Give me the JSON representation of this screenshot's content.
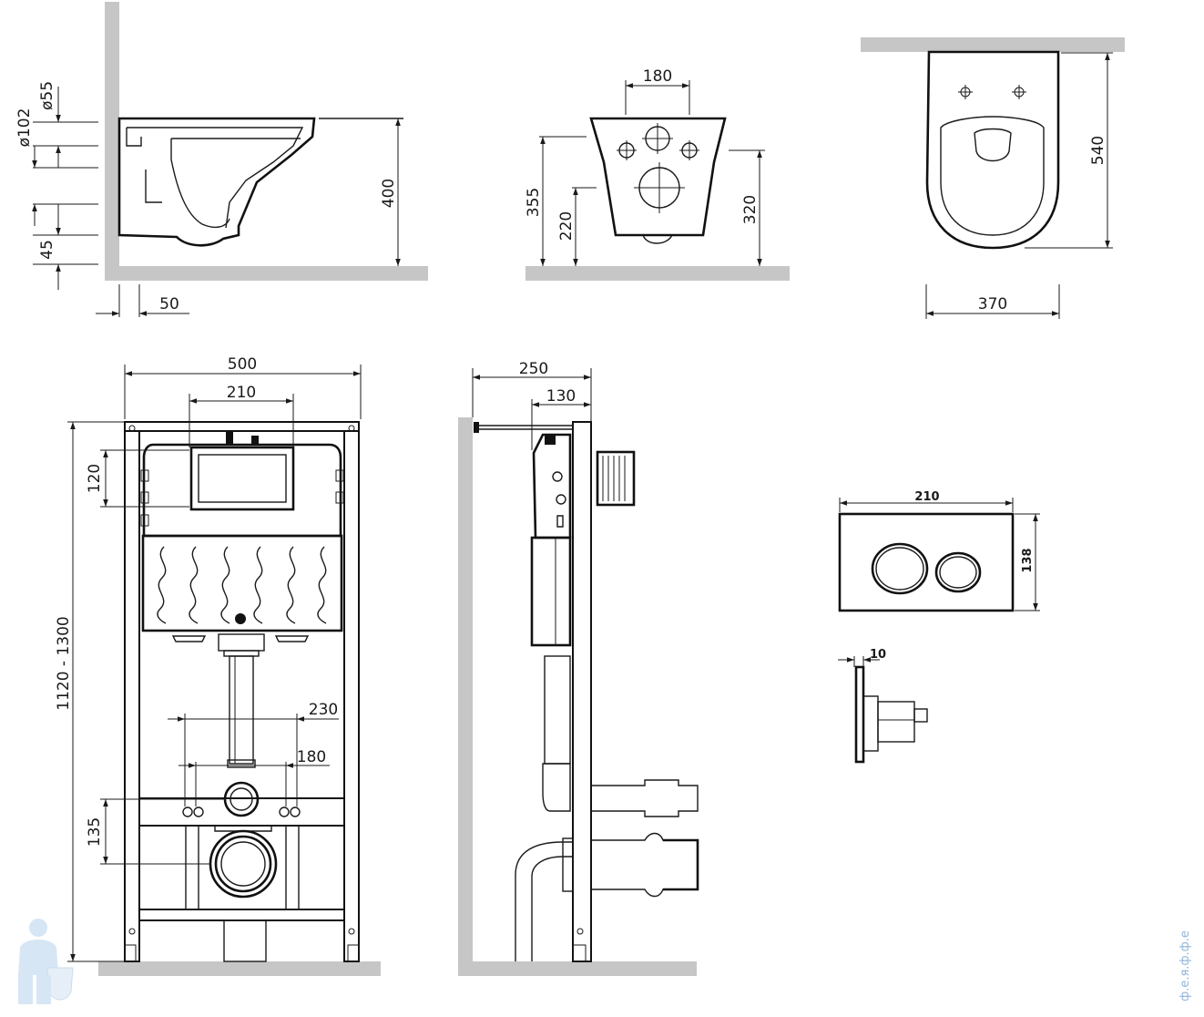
{
  "colors": {
    "wall": "#c6c6c6",
    "line": "#1a1a1a",
    "watermark": "#8fb3d9"
  },
  "side_view": {
    "dia_55": "ø55",
    "dia_102": "ø102",
    "dim_45": "45",
    "dim_50": "50",
    "dim_400": "400"
  },
  "front_view": {
    "dim_180": "180",
    "dim_355": "355",
    "dim_220": "220",
    "dim_320": "320"
  },
  "top_view": {
    "dim_540": "540",
    "dim_370": "370"
  },
  "frame_front": {
    "dim_500": "500",
    "dim_210": "210",
    "dim_120": "120",
    "dim_height": "1120 - 1300",
    "dim_230": "230",
    "dim_180": "180",
    "dim_135": "135"
  },
  "frame_side": {
    "dim_250": "250",
    "dim_130": "130"
  },
  "flush_plate": {
    "dim_210": "210",
    "dim_138": "138",
    "dim_10": "10"
  },
  "watermark": {
    "text": "ф.е.я.ф.ф.е",
    "icon": "plumber-mascot-icon"
  }
}
